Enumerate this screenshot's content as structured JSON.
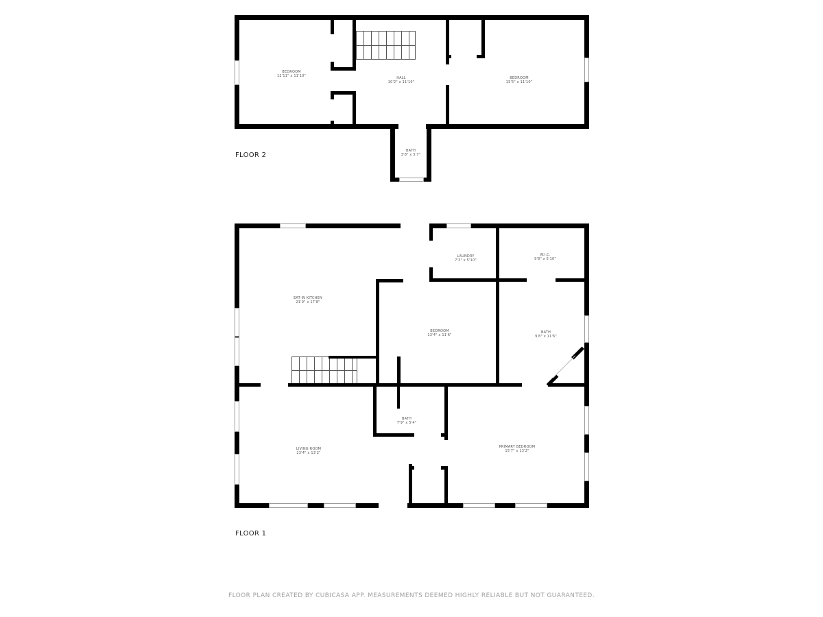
{
  "floors": [
    {
      "label": "FLOOR 2",
      "rooms": [
        {
          "name": "BEDROOM",
          "dims": "12'11\" x 11'10\""
        },
        {
          "name": "HALL",
          "dims": "10'2\" x 11'10\""
        },
        {
          "name": "BEDROOM",
          "dims": "15'5\" x 11'10\""
        },
        {
          "name": "BATH",
          "dims": "3'8\" x 5'7\""
        }
      ]
    },
    {
      "label": "FLOOR 1",
      "rooms": [
        {
          "name": "EAT-IN KITCHEN",
          "dims": "21'9\" x 17'8\""
        },
        {
          "name": "LAUNDRY",
          "dims": "7'3\" x 5'10\""
        },
        {
          "name": "W.I.C.",
          "dims": "9'8\" x 5'10\""
        },
        {
          "name": "BEDROOM",
          "dims": "13'4\" x 11'6\""
        },
        {
          "name": "BATH",
          "dims": "9'8\" x 11'6\""
        },
        {
          "name": "BATH",
          "dims": "7'9\" x 5'4\""
        },
        {
          "name": "LIVING ROOM",
          "dims": "23'4\" x 13'2\""
        },
        {
          "name": "PRIMARY BEDROOM",
          "dims": "15'7\" x 13'2\""
        }
      ]
    }
  ],
  "footer": "FLOOR PLAN CREATED BY CUBICASA APP. MEASUREMENTS DEEMED HIGHLY RELIABLE BUT NOT GUARANTEED."
}
